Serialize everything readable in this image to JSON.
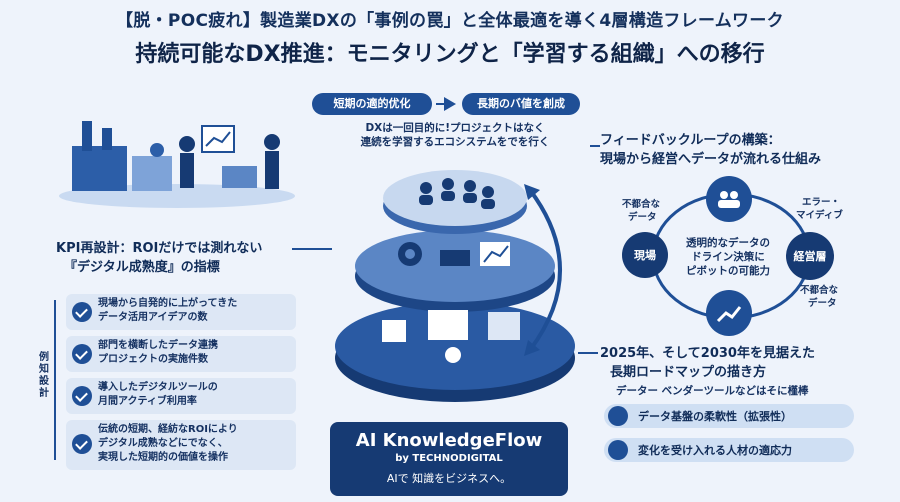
{
  "header": {
    "title": "【脱・POC疲れ】製造業DXの「事例の罠」と全体最適を導く4層構造フレームワーク",
    "subtitle": "持続可能なDX推進：モニタリングと「学習する組織」への移行"
  },
  "flow": {
    "from": "短期の適的优化",
    "to": "長期のバ値を創成",
    "note_line1": "DXは一回目的に!プロジェクトはなく",
    "note_line2": "連続を学習するエコシステムをでを行く"
  },
  "feedback": {
    "heading_line1": "フィードバックループの構築：",
    "heading_line2": "現場から経営へデータが流れる仕組み",
    "node_left": "現場",
    "node_right": "経営層",
    "center_line1": "透明的なデータの",
    "center_line2": "ドライン決策に",
    "center_line3": "ピボットの可能力",
    "label_top_left_1": "不都合な",
    "label_top_left_2": "データ",
    "label_top_right_1": "エラー・",
    "label_top_right_2": "マイディブ",
    "label_bottom_right_1": "不都合な",
    "label_bottom_right_2": "データ"
  },
  "kpi": {
    "heading_line1": "KPI再設計：ROIだけでは測れない",
    "heading_line2": "『デジタル成熟度』の指標",
    "side_label": "例知設計",
    "items": [
      {
        "line1": "現場から自発的に上がってきた",
        "line2": "データ活用アイデアの数",
        "line3": ""
      },
      {
        "line1": "部門を横断したデータ連携",
        "line2": "プロジェクトの実施件数",
        "line3": ""
      },
      {
        "line1": "導入したデジタルツールの",
        "line2": "月間アクティブ利用率",
        "line3": ""
      },
      {
        "line1": "伝統の短期、経紡なROIにより",
        "line2": "デジタル成熟などにでなく、",
        "line3": "実現した短期的の価値を操作"
      }
    ]
  },
  "roadmap": {
    "heading_line1": "2025年、そして2030年を見据えた",
    "heading_line2": "長期ロードマップの描き方",
    "sub": "データー ベンダーツールなどはそに槿棒",
    "bars": [
      "データ基盤の柔軟性（拡張性）",
      "変化を受け入れる人材の適応力"
    ]
  },
  "brand": {
    "name": "AI KnowledgeFlow",
    "by": "by TECHNODIGITAL",
    "tagline": "AIで 知識をビジネスへ。"
  },
  "colors": {
    "primary": "#1f4f96",
    "dark": "#163a73",
    "background": "#eef3fb"
  }
}
